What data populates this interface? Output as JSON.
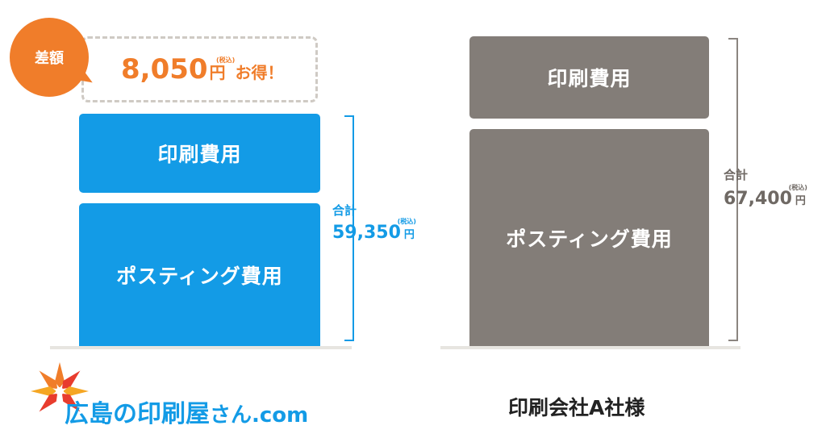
{
  "chart_data": {
    "type": "bar",
    "stacked": true,
    "categories": [
      "広島の印刷屋さん.com",
      "印刷会社A社様"
    ],
    "series": [
      {
        "name": "ポスティング費用",
        "color_a": "#139be6",
        "color_b": "#837d78"
      },
      {
        "name": "印刷費用",
        "color_a": "#139be6",
        "color_b": "#837d78"
      }
    ],
    "totals": [
      {
        "label": "合計",
        "value": "59,350",
        "unit": "円",
        "tax": "(税込)",
        "amount": 59350
      },
      {
        "label": "合計",
        "value": "67,400",
        "unit": "円",
        "tax": "(税込)",
        "amount": 67400
      }
    ],
    "difference": {
      "badge": "差額",
      "value": "8,050",
      "unit": "円",
      "tax": "(税込)",
      "suffix": "お得！",
      "amount": 8050
    }
  },
  "brand": {
    "logo_text_main": "広島の印刷屋",
    "logo_text_tail": "さん.com",
    "company_b": "印刷会社A社様"
  },
  "colors": {
    "blue": "#139be6",
    "gray": "#837d78",
    "orange": "#f07d2a",
    "dashed": "#cfcac4"
  }
}
